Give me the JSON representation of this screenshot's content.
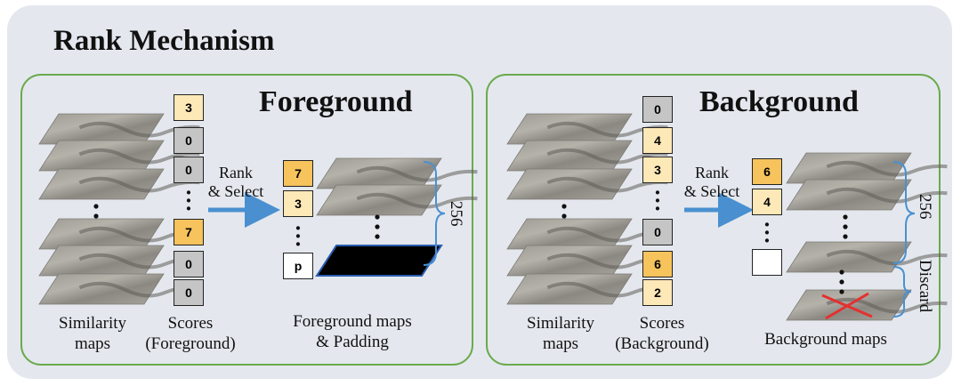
{
  "title": "Rank Mechanism",
  "colors": {
    "panel_bg": "#e4e8ee",
    "box_border": "#6aaa4e",
    "score_gray": "#c5c5c5",
    "score_light": "#fde8b8",
    "score_strong": "#f6c35c",
    "arrow": "#4a90d0",
    "brace": "#4a90d0",
    "cross": "#e53030"
  },
  "foreground": {
    "title": "Foreground",
    "similarity_caption": [
      "Similarity",
      "maps"
    ],
    "scores_caption": [
      "Scores",
      "(Foreground)"
    ],
    "scores": [
      "3",
      "0",
      "0",
      "7",
      "0",
      "0"
    ],
    "arrow_label": [
      "Rank",
      "& Select"
    ],
    "selected": [
      "7",
      "3"
    ],
    "padding_label": "p",
    "count": "256",
    "maps_caption": [
      "Foreground  maps",
      "& Padding"
    ]
  },
  "background": {
    "title": "Background",
    "similarity_caption": [
      "Similarity",
      "maps"
    ],
    "scores_caption": [
      "Scores",
      "(Background)"
    ],
    "scores": [
      "0",
      "4",
      "3",
      "0",
      "6",
      "2"
    ],
    "arrow_label": [
      "Rank",
      "& Select"
    ],
    "selected": [
      "6",
      "4"
    ],
    "count": "256",
    "discard_label": "Discard",
    "maps_caption": "Background  maps"
  }
}
